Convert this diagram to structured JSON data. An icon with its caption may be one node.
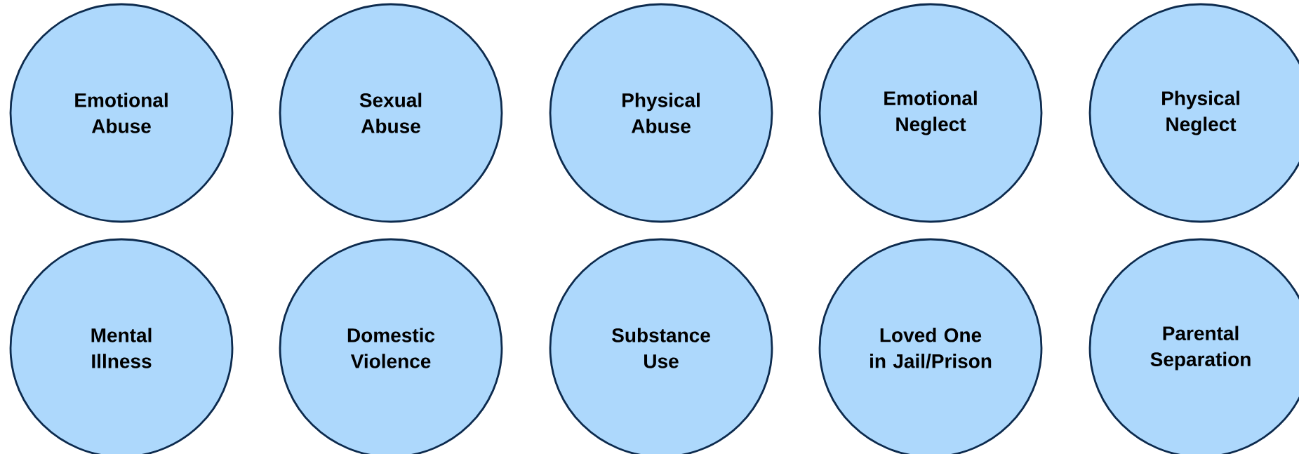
{
  "diagram": {
    "nodes": [
      {
        "text": [
          "Emotional Abuse"
        ]
      },
      {
        "text": [
          "Sexual Abuse"
        ]
      },
      {
        "text": [
          "Physical Abuse"
        ]
      },
      {
        "text": [
          "Emotional Neglect"
        ]
      },
      {
        "text": [
          "Physical Neglect"
        ]
      },
      {
        "text": [
          "Mental Illness"
        ]
      },
      {
        "text": [
          "Domestic Violence"
        ]
      },
      {
        "text": [
          "Substance Use"
        ]
      },
      {
        "text": [
          "Loved One in Jail/Prison"
        ]
      },
      {
        "text": [
          "Parental Separation"
        ]
      }
    ]
  }
}
